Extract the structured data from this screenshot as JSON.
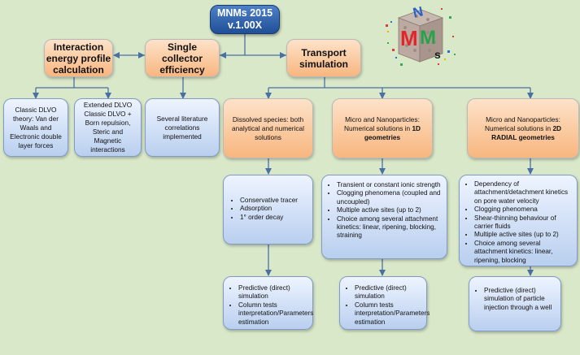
{
  "top": {
    "line1": "MNMs 2015",
    "line2": "v.1.00X"
  },
  "categories": {
    "interaction": "Interaction energy profile calculation",
    "collector": "Single collector efficiency",
    "transport": "Transport simulation"
  },
  "interaction_details": {
    "classic": "Classic DLVO theory: Van der Waals and Electronic double layer forces",
    "extended": "Extended DLVO Classic DLVO + Born repulsion, Steric and Magnetic interactions"
  },
  "collector_detail": "Several literature correlations implemented",
  "transport_types": {
    "dissolved": "Dissolved species: both analytical and numerical solutions",
    "micro1d_prefix": "Micro and Nanoparticles: Numerical solutions in",
    "micro1d_bold": "1D geometries",
    "micro2d_prefix": "Micro and Nanoparticles: Numerical solutions in",
    "micro2d_bold": "2D RADIAL geometries"
  },
  "dissolved_features": [
    "Conservative tracer",
    "Adsorption",
    "1° order decay"
  ],
  "micro1d_features": [
    "Transient or constant ionic strength",
    "Clogging phenomena (coupled and uncoupled)",
    "Multiple active sites (up to 2)",
    "Choice among several attachment kinetics: linear, ripening, blocking, straining"
  ],
  "micro2d_features": [
    "Dependency of attachment/detachment kinetics on pore water velocity",
    "Clogging phenomena",
    "Shear-thinning behaviour of carrier fluids",
    "Multiple active sites (up to 2)",
    "Choice among several attachment kinetics: linear, ripening, blocking"
  ],
  "dissolved_apps": [
    "Predictive (direct) simulation",
    "Column tests interpretation/Parameters estimation"
  ],
  "micro1d_apps": [
    "Predictive (direct) simulation",
    "Column tests interpretation/Parameters estimation"
  ],
  "micro2d_apps": [
    "Predictive (direct) simulation of particle injection through a well"
  ],
  "logo": {
    "letters": [
      "M",
      "N",
      "M",
      "s"
    ]
  }
}
